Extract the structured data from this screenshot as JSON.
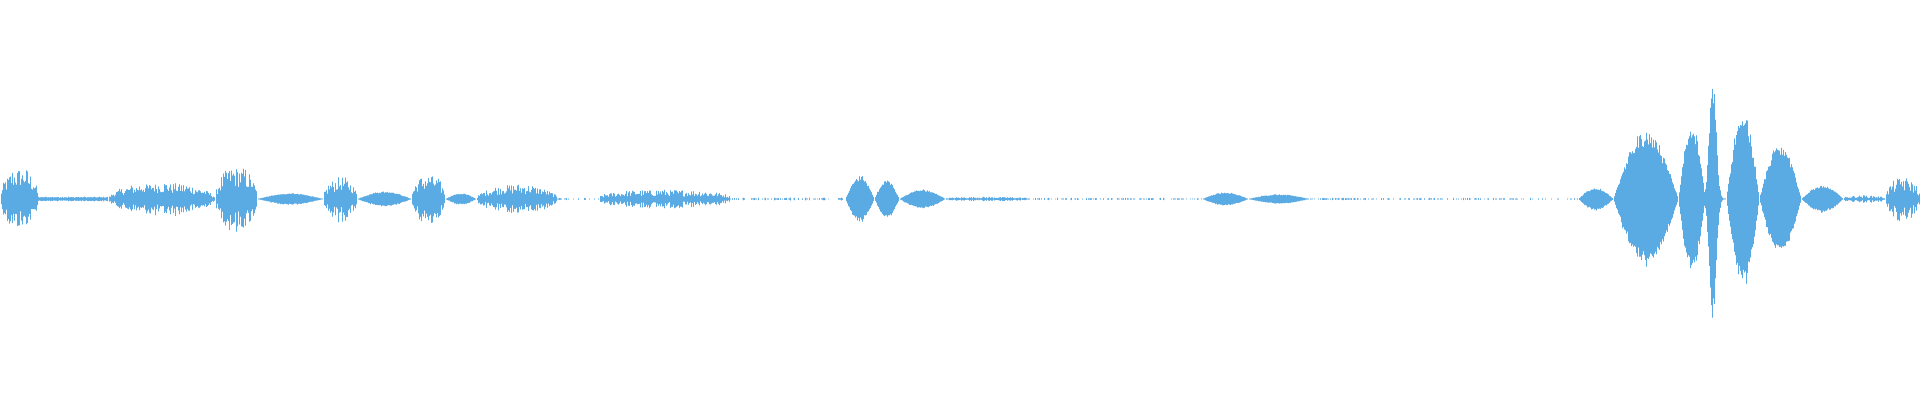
{
  "waveform": {
    "color": "#5aaae3",
    "background": "#ffffff",
    "segments": [
      {
        "start": 0.0,
        "end": 0.02,
        "amp": 0.17,
        "shape": "burst"
      },
      {
        "start": 0.02,
        "end": 0.056,
        "amp": 0.012,
        "shape": "flat"
      },
      {
        "start": 0.056,
        "end": 0.112,
        "amp": 0.09,
        "shape": "burst"
      },
      {
        "start": 0.112,
        "end": 0.134,
        "amp": 0.18,
        "shape": "burst"
      },
      {
        "start": 0.134,
        "end": 0.168,
        "amp": 0.03,
        "shape": "swell"
      },
      {
        "start": 0.168,
        "end": 0.186,
        "amp": 0.12,
        "shape": "burst"
      },
      {
        "start": 0.186,
        "end": 0.214,
        "amp": 0.04,
        "shape": "swell"
      },
      {
        "start": 0.214,
        "end": 0.232,
        "amp": 0.14,
        "shape": "burst"
      },
      {
        "start": 0.232,
        "end": 0.248,
        "amp": 0.03,
        "shape": "swell"
      },
      {
        "start": 0.248,
        "end": 0.29,
        "amp": 0.08,
        "shape": "burst"
      },
      {
        "start": 0.29,
        "end": 0.312,
        "amp": 0.006,
        "shape": "sparse"
      },
      {
        "start": 0.312,
        "end": 0.38,
        "amp": 0.05,
        "shape": "noise"
      },
      {
        "start": 0.38,
        "end": 0.44,
        "amp": 0.008,
        "shape": "sparse"
      },
      {
        "start": 0.44,
        "end": 0.455,
        "amp": 0.12,
        "shape": "swell"
      },
      {
        "start": 0.455,
        "end": 0.468,
        "amp": 0.1,
        "shape": "swell"
      },
      {
        "start": 0.468,
        "end": 0.492,
        "amp": 0.05,
        "shape": "swell"
      },
      {
        "start": 0.492,
        "end": 0.536,
        "amp": 0.012,
        "shape": "noise"
      },
      {
        "start": 0.536,
        "end": 0.626,
        "amp": 0.006,
        "shape": "sparse"
      },
      {
        "start": 0.626,
        "end": 0.65,
        "amp": 0.035,
        "shape": "swell"
      },
      {
        "start": 0.65,
        "end": 0.682,
        "amp": 0.025,
        "shape": "swell"
      },
      {
        "start": 0.682,
        "end": 0.822,
        "amp": 0.006,
        "shape": "sparse"
      },
      {
        "start": 0.822,
        "end": 0.84,
        "amp": 0.06,
        "shape": "swell"
      },
      {
        "start": 0.84,
        "end": 0.874,
        "amp": 0.35,
        "shape": "swell"
      },
      {
        "start": 0.874,
        "end": 0.888,
        "amp": 0.38,
        "shape": "swell"
      },
      {
        "start": 0.888,
        "end": 0.899,
        "amp": 0.7,
        "shape": "spike"
      },
      {
        "start": 0.899,
        "end": 0.916,
        "amp": 0.45,
        "shape": "swell"
      },
      {
        "start": 0.916,
        "end": 0.938,
        "amp": 0.29,
        "shape": "swell"
      },
      {
        "start": 0.938,
        "end": 0.96,
        "amp": 0.07,
        "shape": "swell"
      },
      {
        "start": 0.96,
        "end": 0.982,
        "amp": 0.02,
        "shape": "noise"
      },
      {
        "start": 0.982,
        "end": 1.0,
        "amp": 0.12,
        "shape": "burst"
      }
    ]
  }
}
